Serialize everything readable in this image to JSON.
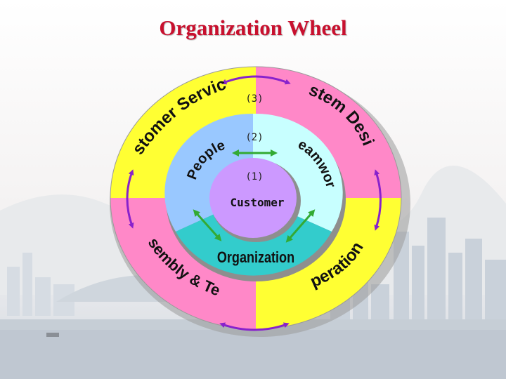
{
  "title": "Organization Wheel",
  "rings": {
    "outer_label": "(3)",
    "middle_label": "(2)",
    "inner_label": "(1)"
  },
  "center": "Customer",
  "outer_segments": [
    {
      "label": "Customer Services",
      "color": "#ffff33"
    },
    {
      "label": "System Design",
      "color": "#ff88c8"
    },
    {
      "label": "Operations",
      "color": "#ffff33"
    },
    {
      "label": "Assembly & Test",
      "color": "#ff88c8"
    }
  ],
  "middle_segments": [
    {
      "label": "People",
      "color": "#99c8ff"
    },
    {
      "label": "Teamwork",
      "color": "#c8ffff"
    },
    {
      "label": "Organization",
      "color": "#33cccc"
    }
  ],
  "colors": {
    "title": "#c8102e",
    "center": "#cc99ff",
    "arrow_outer": "#8822cc",
    "arrow_inner": "#33aa33",
    "ring_line": "#999999"
  }
}
